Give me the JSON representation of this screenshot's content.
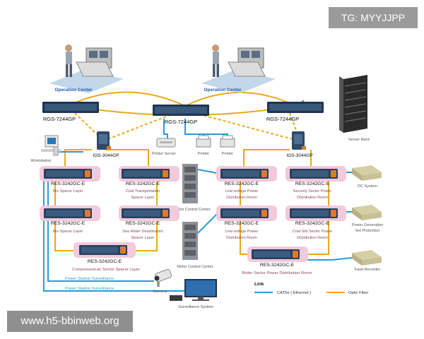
{
  "watermark_top": "TG: MYYJJPP",
  "watermark_bottom": "www.h5-bbinweb.org",
  "operation_center": "Operation Center",
  "core_switch": "RGS-7244GP",
  "igs_switch": "IGS-3044GP",
  "res_switch": "RES-3242GC-E",
  "devices": {
    "workstation": "Workstation",
    "printer_server": "Printer Server",
    "printer": "Printer",
    "server_rack": "Server Rack",
    "motor_control_center": "Motor Control Center",
    "camera": "Camera",
    "surveillance_system": "Surveillance System",
    "power_station_surveillance": "Power Station Surveillance",
    "dc_system": "DC System",
    "power_generation_set_protection": [
      "Power Generation",
      "Set Protection"
    ],
    "fault_recorder": "Fault Recorder"
  },
  "layers": {
    "l1": [
      "6kv Spacer Layer"
    ],
    "l2": [
      "Coal Transportation",
      "Spacer Layer"
    ],
    "l3": [
      "Low-voltage Power",
      "Distribution Room"
    ],
    "l4": [
      "Security Sector Power",
      "Distribution Room"
    ],
    "l5": [
      "6kv Spacer Layer"
    ],
    "l6": [
      "Sea Water Desalination",
      "Spacer Layer"
    ],
    "l7": [
      "Low-voltage Power",
      "Distribution Room"
    ],
    "l8": [
      "Coal Silo Sector Power",
      "Distribution Room"
    ],
    "l9": [
      "Compressed-air Sector Spacer Layer"
    ],
    "l10": [
      "Boiler Sector Power Distribution Room"
    ]
  },
  "legend": {
    "title": "Link",
    "cat5e": "CAT5e ( Ethernet )",
    "fiber": "Optic Fiber"
  },
  "colors": {
    "fiber": "#e8a91c",
    "ethernet": "#2a9bd6",
    "highlight": "#f3c9dc",
    "switch_body": "#27405e",
    "label_blue": "#1f5fb5"
  }
}
